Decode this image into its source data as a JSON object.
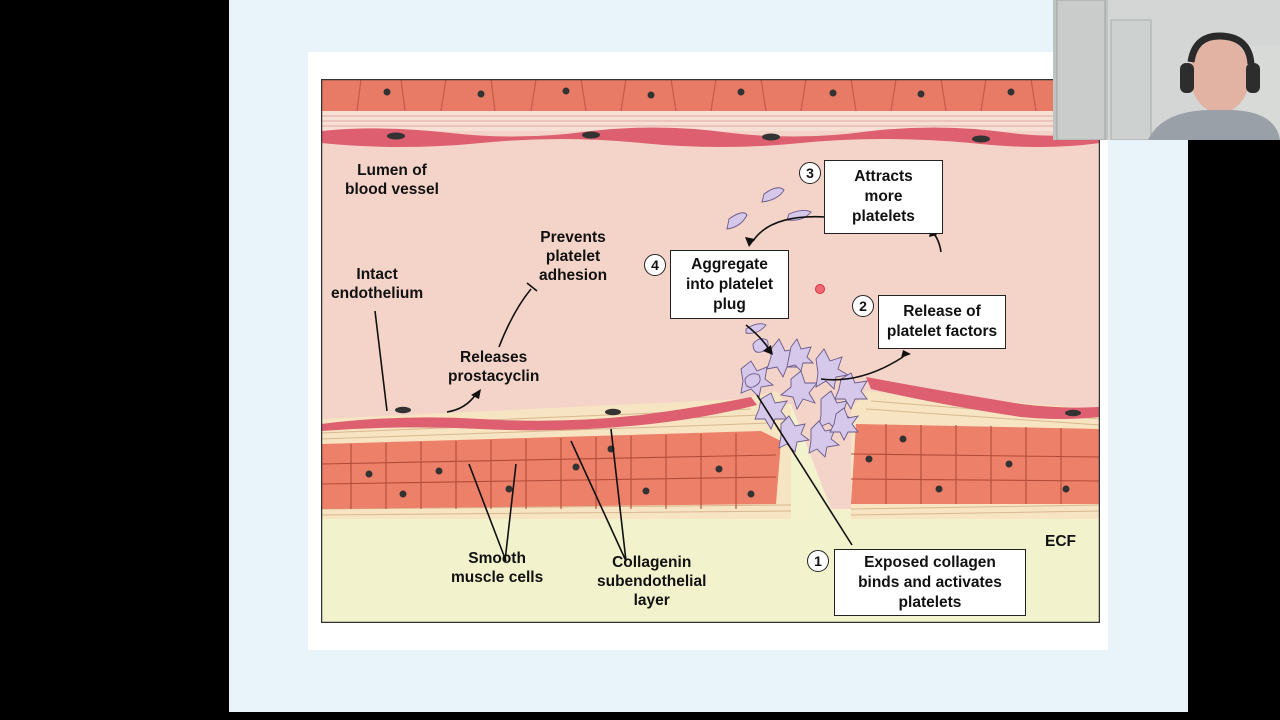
{
  "slide": {
    "lumen": [
      "Lumen of",
      "blood vessel"
    ],
    "intact": [
      "Intact",
      "endothelium"
    ],
    "prevents": [
      "Prevents",
      "platelet",
      "adhesion"
    ],
    "releases": [
      "Releases",
      "prostacyclin"
    ],
    "smooth": [
      "Smooth",
      "muscle cells"
    ],
    "collagen": [
      "Collagenin",
      "subendothelial",
      "layer"
    ],
    "ecf": "ECF",
    "steps": [
      {
        "num": "1",
        "lines": [
          "Exposed collagen",
          "binds and activates",
          "platelets"
        ]
      },
      {
        "num": "2",
        "lines": [
          "Release of",
          "platelet factors"
        ]
      },
      {
        "num": "3",
        "lines": [
          "Attracts",
          "more",
          "platelets"
        ]
      },
      {
        "num": "4",
        "lines": [
          "Aggregate",
          "into platelet",
          "plug"
        ]
      }
    ]
  },
  "colors": {
    "lumen": "#f4d4c8",
    "endothelium": "#e06a78",
    "muscle": "#ec8068",
    "collagen": "#f6e4c2",
    "ecf": "#f2f2cc",
    "platelet": "#d6c8ea",
    "background": "#e8f4fa"
  }
}
